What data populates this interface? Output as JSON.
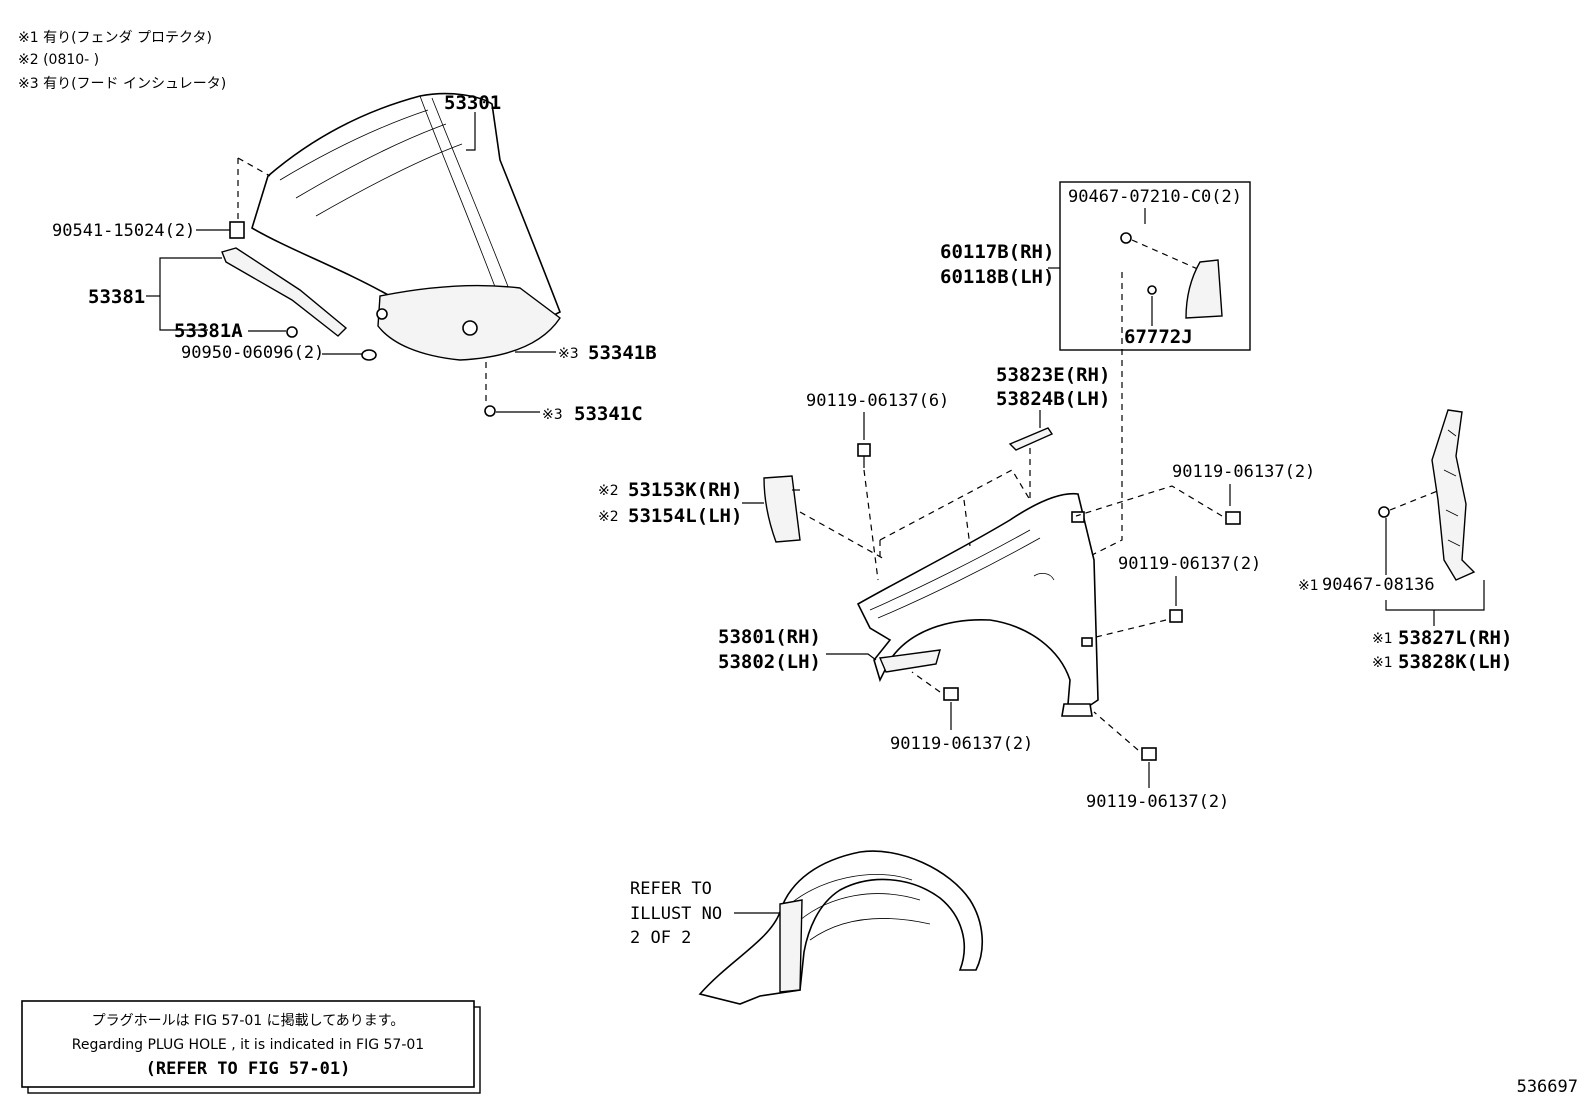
{
  "notes": {
    "n1": "※1 有り(フェンダ プロテクタ)",
    "n2": "※2 (0810-        )",
    "n3": "※3 有り(フード インシュレータ)"
  },
  "callouts": {
    "hood": "53301",
    "spring_clip": "90541-15024(2)",
    "hood_seal": "53381",
    "hood_seal_a": "53381A",
    "grommet": "90950-06096(2)",
    "insulator_b_mark": "※3",
    "insulator_b": "53341B",
    "insulator_c_mark": "※3",
    "insulator_c": "53341C",
    "box_screw": "90467-07210-C0(2)",
    "emblem_rh": "60117B(RH)",
    "emblem_lh": "60118B(LH)",
    "clip_67772j": "67772J",
    "fender_bracket_rh": "53823E(RH)",
    "fender_bracket_lh": "53824B(LH)",
    "bolt_top_6": "90119-06137(6)",
    "seal_rh_mark": "※2",
    "seal_rh": "53153K(RH)",
    "seal_lh_mark": "※2",
    "seal_lh": "53154L(LH)",
    "bolt_right_2a": "90119-06137(2)",
    "bolt_right_2b": "90119-06137(2)",
    "clip_90467_mark": "※1",
    "clip_90467": "90467-08136",
    "protector_rh_mark": "※1",
    "protector_rh": "53827L(RH)",
    "protector_lh_mark": "※1",
    "protector_lh": "53828K(LH)",
    "fender_rh": "53801(RH)",
    "fender_lh": "53802(LH)",
    "bolt_bottom_left": "90119-06137(2)",
    "bolt_bottom_right": "90119-06137(2)"
  },
  "refer": {
    "line1": "REFER TO",
    "line2": "ILLUST NO",
    "line3": "2 OF 2"
  },
  "info_box": {
    "line_jp": "プラグホールは FIG 57-01 に掲載してあります。",
    "line_en": "Regarding  PLUG  HOLE , it is indicated in  FIG  57-01",
    "line_ref": "(REFER TO FIG 57-01)"
  },
  "figure_id": "536697"
}
